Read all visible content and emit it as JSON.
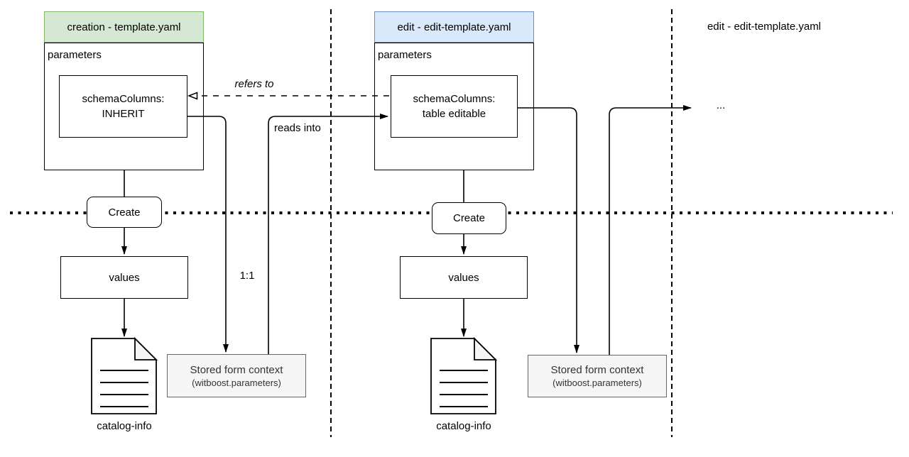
{
  "creation": {
    "header": "creation - template.yaml",
    "parameters_label": "parameters",
    "schema_line1": "schemaColumns:",
    "schema_line2": "INHERIT",
    "create_label": "Create",
    "values_label": "values",
    "catalog_label": "catalog-info",
    "stored_title": "Stored form context",
    "stored_subtitle": "(witboost.parameters)"
  },
  "edit": {
    "header": "edit - edit-template.yaml",
    "parameters_label": "parameters",
    "schema_line1": "schemaColumns:",
    "schema_line2": "table editable",
    "create_label": "Create",
    "values_label": "values",
    "catalog_label": "catalog-info",
    "stored_title": "Stored form context",
    "stored_subtitle": "(witboost.parameters)"
  },
  "next": {
    "header": "edit - edit-template.yaml",
    "more": "..."
  },
  "edges": {
    "refers_to": "refers to",
    "reads_into": "reads into",
    "ratio": "1:1"
  },
  "colors": {
    "creation_header_fill": "#d5e8d4",
    "creation_header_border": "#82b366",
    "edit_header_fill": "#dae8fc",
    "edit_header_border": "#6c8ebf",
    "stored_fill": "#f5f5f5",
    "stored_border": "#666666",
    "line": "#000000"
  }
}
